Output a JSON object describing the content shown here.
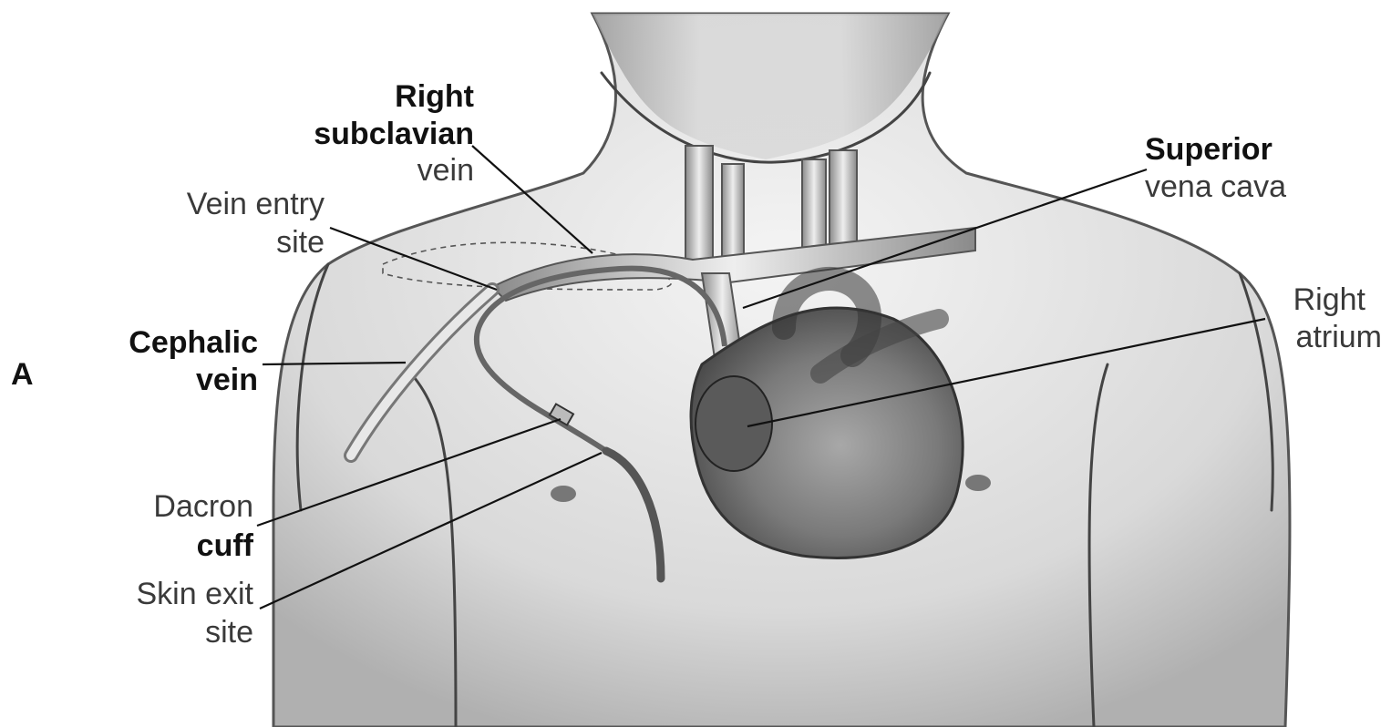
{
  "panel_letter": "A",
  "labels": {
    "right_subclavian_vein": {
      "line1": "Right",
      "line2": "subclavian",
      "line3": "vein"
    },
    "vein_entry_site": {
      "line1": "Vein entry",
      "line2": "site"
    },
    "cephalic_vein": {
      "line1": "Cephalic",
      "line2": "vein"
    },
    "dacron_cuff": {
      "line1": "Dacron",
      "line2": "cuff"
    },
    "skin_exit_site": {
      "line1": "Skin exit",
      "line2": "site"
    },
    "superior_vena_cava": {
      "line1": "Superior",
      "line2": "vena cava"
    },
    "right_atrium": {
      "line1": "Right",
      "line2": "atrium"
    }
  }
}
